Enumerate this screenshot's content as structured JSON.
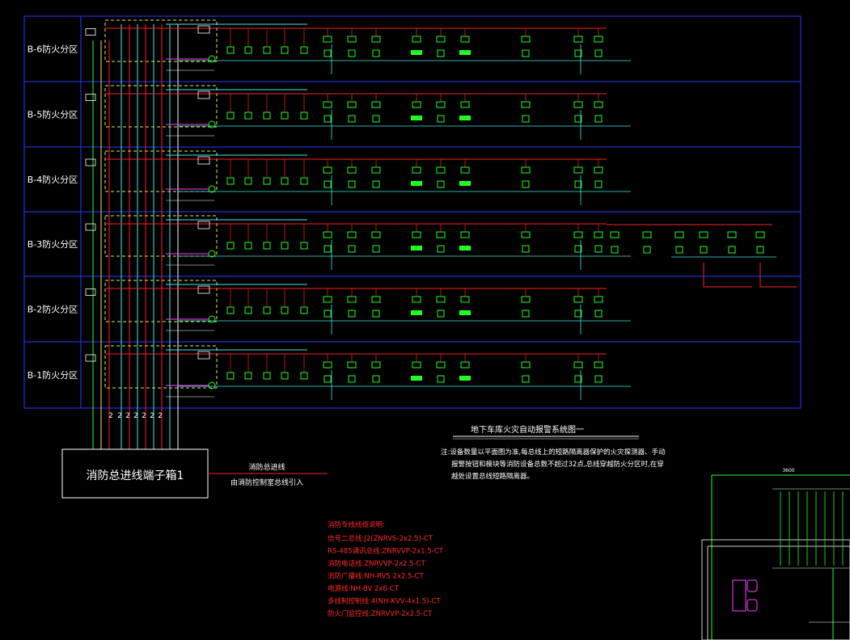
{
  "zones": [
    {
      "label": "B-6防火分区"
    },
    {
      "label": "B-5防火分区"
    },
    {
      "label": "B-4防火分区"
    },
    {
      "label": "B-3防火分区"
    },
    {
      "label": "B-2防火分区"
    },
    {
      "label": "B-1防火分区"
    }
  ],
  "bus_counts": [
    "2",
    "2",
    "2",
    "2",
    "2",
    "2",
    "2"
  ],
  "terminal_box": {
    "label": "消防总进线端子箱1"
  },
  "feeder": {
    "top": "消防总进线",
    "bottom": "由消防控制室总线引入"
  },
  "diagram_title": "地下车库火灾自动报警系统图一",
  "note": {
    "lines": [
      "注:设备数量以平面图为准,每总线上的短路隔离器保护的火灾探测器、手动",
      "报警按钮和模块等消防设备总数不超过32点,总线穿越防火分区时,在穿",
      "越处设置总线短路隔离器。"
    ]
  },
  "legend": {
    "title": "消防专线线缆说明:",
    "items": [
      "信号二总线:J2(ZNRVS-2x2.5)-CT",
      "RS-485通讯总线:ZNRVVP-2x1.5-CT",
      "消防电话线:ZNRVVP-2x2.5-CT",
      "消防广播线:NH-RVS 2x2.5-CT",
      "电源线:NH-BV 2x6-CT",
      "多线制控制线:4(NH-KVV-4x1.5)-CT",
      "防火门监控线:ZNRVVP-2x2.5-CT"
    ]
  },
  "dimension": {
    "label": "3600"
  },
  "colors": {
    "zone_border": "#2a3cff",
    "bus_red": "#ff2020",
    "bus_cyan": "#40e8e8",
    "device_green": "#20ff20",
    "dashed_box": "#e8e850",
    "magenta": "#ff40ff",
    "legend_red": "#ff2a2a",
    "white": "#ffffff"
  }
}
